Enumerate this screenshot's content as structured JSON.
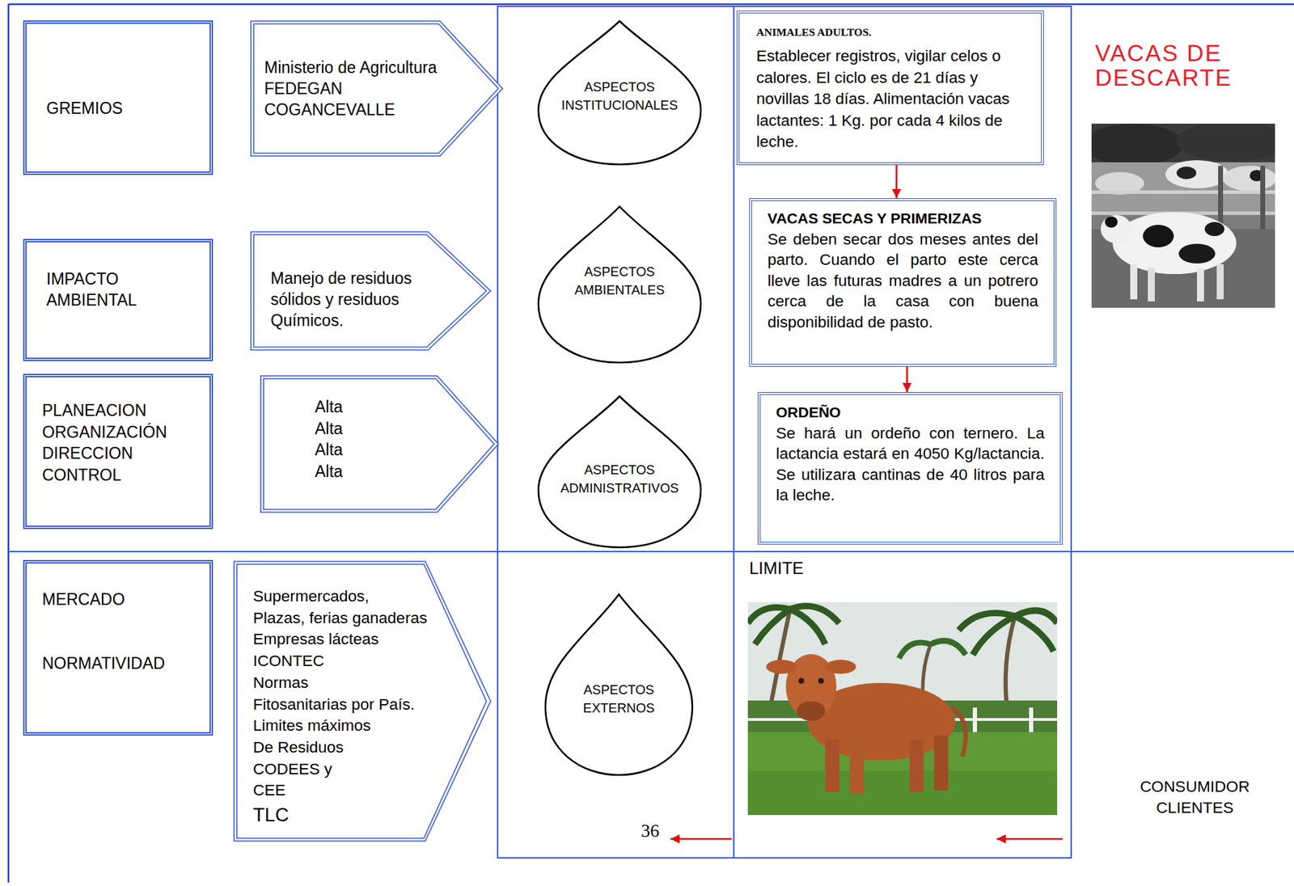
{
  "diagram": {
    "nodes": [
      {
        "text": [
          "GREMIOS"
        ]
      },
      {
        "text": [
          "Ministerio de Agricultura",
          "FEDEGAN",
          "COGANCEVALLE"
        ]
      },
      {
        "text": [
          "ASPECTOS INSTITUCIONALES"
        ]
      },
      {
        "text": [
          "ANIMALES ADULTOS.",
          "Establecer registros, vigilar celos o calores. El ciclo es de 21 días y novillas 18 días. Alimentación vacas lactantes: 1 Kg. por cada 4 kilos de leche."
        ]
      },
      {
        "text": [
          "IMPACTO AMBIENTAL"
        ]
      },
      {
        "text": [
          "Manejo de residuos sólidos y residuos Químicos."
        ]
      },
      {
        "text": [
          "ASPECTOS AMBIENTALES"
        ]
      },
      {
        "text": [
          "VACAS SECAS Y PRIMERIZAS",
          "Se deben secar dos meses antes del parto. Cuando el parto este cerca lleve las futuras madres a un potrero cerca de la casa con buena disponibilidad de pasto."
        ]
      },
      {
        "text": [
          "PLANEACION",
          "ORGANIZACIÓN",
          "DIRECCION",
          "CONTROL"
        ]
      },
      {
        "text": [
          "Alta",
          "Alta",
          "Alta",
          "Alta"
        ]
      },
      {
        "text": [
          "ASPECTOS ADMINISTRATIVOS"
        ]
      },
      {
        "text": [
          "ORDEÑO",
          "Se hará un ordeño con ternero. La lactancia estará en 4050 Kg/lactancia. Se utilizara cantinas de 40 litros para la leche."
        ]
      },
      {
        "text": [
          "MERCADO",
          "NORMATIVIDAD"
        ]
      },
      {
        "text": [
          "Supermercados,",
          "Plazas, ferias ganaderas",
          "Empresas lácteas",
          "ICONTEC",
          "Normas",
          "Fitosanitarias por País.",
          "Limites máximos",
          "De Residuos",
          "CODEES y",
          "CEE",
          "TLC"
        ]
      },
      {
        "text": [
          "ASPECTOS EXTERNOS"
        ]
      }
    ],
    "edges": [
      {
        "from": 3,
        "to": 7,
        "arrow": "to"
      },
      {
        "from": 7,
        "to": 11,
        "arrow": "to"
      }
    ],
    "labels": [
      "VACAS DE DESCARTE",
      "LIMITE",
      "36",
      "CONSUMIDOR CLIENTES"
    ]
  }
}
